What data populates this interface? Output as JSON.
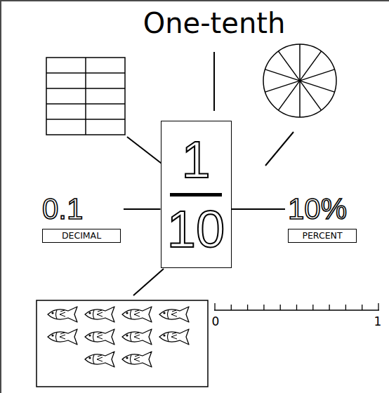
{
  "diagram": {
    "title": "One-tenth",
    "nodes": [
      {
        "text": [
          "1",
          "10"
        ]
      },
      {
        "text": [
          "0.1",
          "DECIMAL"
        ]
      },
      {
        "text": [
          "10%",
          "PERCENT"
        ]
      }
    ],
    "edges": [
      {
        "from": 0,
        "to": 1,
        "arrow": "none"
      },
      {
        "from": 0,
        "to": 2,
        "arrow": "none"
      }
    ],
    "labels": [
      "0",
      "1"
    ]
  }
}
